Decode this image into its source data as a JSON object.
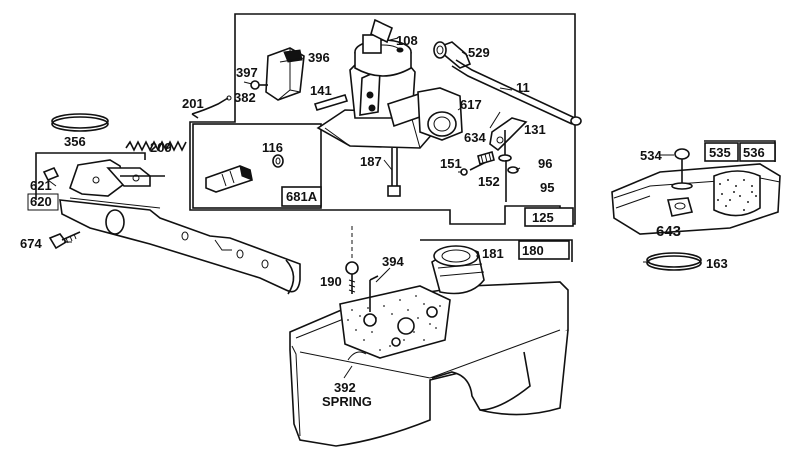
{
  "labels": {
    "p108": "108",
    "p396": "396",
    "p529": "529",
    "p397": "397",
    "p382": "382",
    "p141": "141",
    "p201": "201",
    "p11": "11",
    "p617": "617",
    "p131": "131",
    "p634": "634",
    "p356": "356",
    "p209": "209",
    "p116": "116",
    "p187": "187",
    "p151": "151",
    "p152": "152",
    "p96": "96",
    "p95": "95",
    "p681a": "681A",
    "p125": "125",
    "p534": "534",
    "p535": "535",
    "p536": "536",
    "p621": "621",
    "p620": "620",
    "p674": "674",
    "p643": "643",
    "p163": "163",
    "p190": "190",
    "p394": "394",
    "p181": "181",
    "p180": "180",
    "p392": "392",
    "spring": "SPRING"
  }
}
